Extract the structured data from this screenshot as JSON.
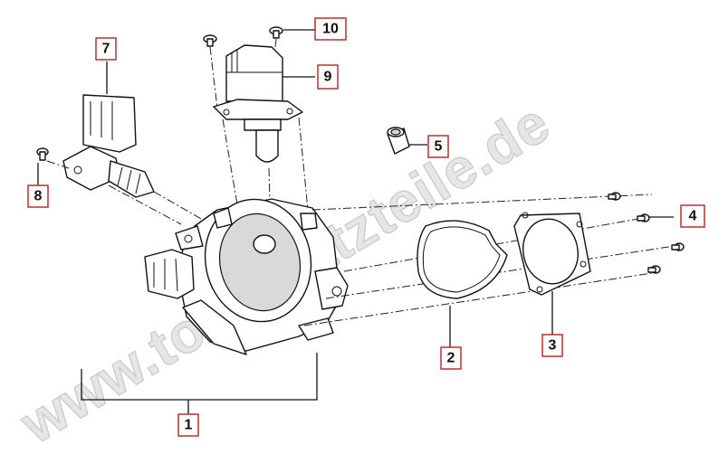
{
  "watermark": {
    "text": "www.tollersatzteile.de"
  },
  "callouts": [
    {
      "id": "1",
      "label": "1"
    },
    {
      "id": "2",
      "label": "2"
    },
    {
      "id": "3",
      "label": "3"
    },
    {
      "id": "4",
      "label": "4"
    },
    {
      "id": "5",
      "label": "5"
    },
    {
      "id": "7",
      "label": "7"
    },
    {
      "id": "8",
      "label": "8"
    },
    {
      "id": "9",
      "label": "9"
    },
    {
      "id": "10",
      "label": "10"
    }
  ],
  "colors": {
    "callout_border": "#b22222",
    "line": "#111111",
    "watermark": "#e6e6e6"
  }
}
